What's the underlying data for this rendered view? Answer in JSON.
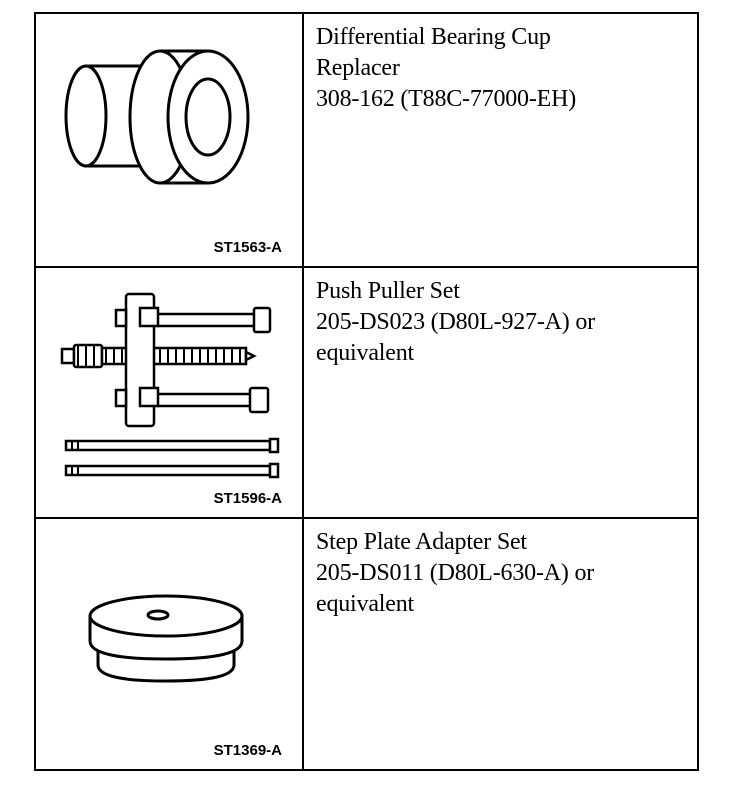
{
  "tools": [
    {
      "description": "Differential Bearing Cup\nReplacer\n308-162 (T88C-77000-EH)",
      "figure_code": "ST1563-A",
      "icon": "bearing-cup-replacer-icon"
    },
    {
      "description": "Push Puller Set\n205-DS023 (D80L-927-A) or\nequivalent",
      "figure_code": "ST1596-A",
      "icon": "push-puller-set-icon"
    },
    {
      "description": "Step Plate Adapter Set\n205-DS011 (D80L-630-A) or\nequivalent",
      "figure_code": "ST1369-A",
      "icon": "step-plate-adapter-icon"
    }
  ]
}
